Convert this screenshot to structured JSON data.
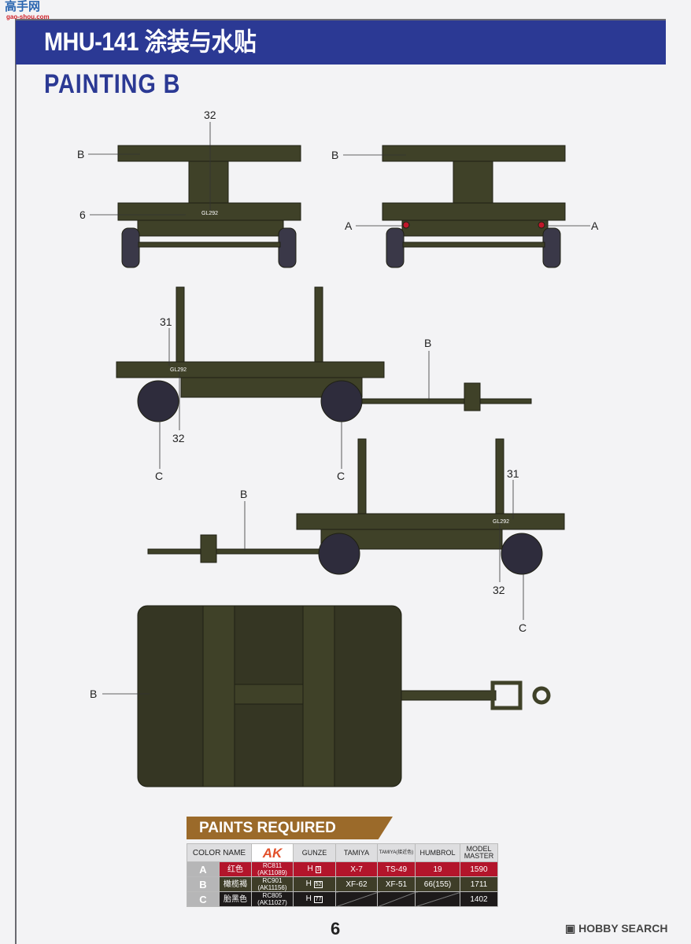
{
  "watermark_top": {
    "text": "高手网",
    "url_text": "gao-shou.com"
  },
  "header": {
    "title": "MHU-141 涂装与水贴"
  },
  "subtitle": "PAINTING  B",
  "callouts": {
    "view1": {
      "decal_top": "32",
      "paint": "B",
      "decal_left": "6",
      "plate": "GL292"
    },
    "view2": {
      "paint": "B",
      "left": "A",
      "right": "A"
    },
    "side1": {
      "decal_top": "31",
      "plate": "GL292",
      "paint": "B",
      "decal_bottom": "32",
      "wheel_left": "C",
      "wheel_right": "C"
    },
    "side2": {
      "decal_top": "31",
      "plate": "GL292",
      "paint": "B",
      "decal_bottom": "32",
      "wheel": "C"
    },
    "top": {
      "paint": "B"
    }
  },
  "paints": {
    "title": "PAINTS REQUIRED",
    "headers": [
      "COLOR NAME",
      "AK",
      "GUNZE",
      "TAMIYA",
      "TAMIYA(接近色)",
      "HUMBROL",
      "MODEL MASTER"
    ],
    "rows": [
      {
        "letter": "A",
        "name": "红色",
        "ak": "RC811",
        "ak2": "(AK11089)",
        "gunze": "H",
        "gunze_num": "3",
        "tamiya": "X-7",
        "tamiya_alt": "TS-49",
        "humbrol": "19",
        "mm": "1590",
        "color": "#b3152b"
      },
      {
        "letter": "B",
        "name": "橄榄褐",
        "ak": "RC901",
        "ak2": "(AK11156)",
        "gunze": "H",
        "gunze_num": "52",
        "tamiya": "XF-62",
        "tamiya_alt": "XF-51",
        "humbrol": "66(155)",
        "mm": "1711",
        "color": "#3e3d28"
      },
      {
        "letter": "C",
        "name": "胎黑色",
        "ak": "RC805",
        "ak2": "(AK11027)",
        "gunze": "H",
        "gunze_num": "77",
        "tamiya": "",
        "tamiya_alt": "",
        "humbrol": "",
        "mm": "1402",
        "color": "#1d1a1a"
      }
    ]
  },
  "page_number": "6",
  "footer_watermark": "HOBBY SEARCH",
  "colors": {
    "header": "#2b3994",
    "olive": "#3f4128",
    "banner": "#9b6a2a"
  }
}
